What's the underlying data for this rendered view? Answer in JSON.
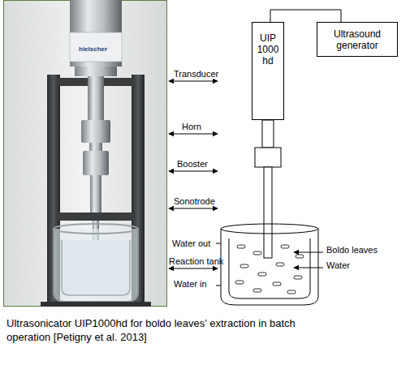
{
  "diagram": {
    "caption": "Ultrasonicator UIP1000hd for boldo leaves’ extraction in batch operation [Petigny et al. 2013]",
    "nodes": [
      {
        "text": [
          "UIP 1000 hd"
        ]
      },
      {
        "text": [
          "Ultrasound generator"
        ]
      }
    ],
    "edges": [
      {
        "from": 0,
        "to": 1,
        "arrow": "none"
      }
    ],
    "labels": [
      "hielscher",
      "Transducer",
      "Horn",
      "Booster",
      "Sonotrode",
      "Water out",
      "Reaction tank",
      "Water in",
      "Boldo leaves",
      "Water"
    ]
  }
}
